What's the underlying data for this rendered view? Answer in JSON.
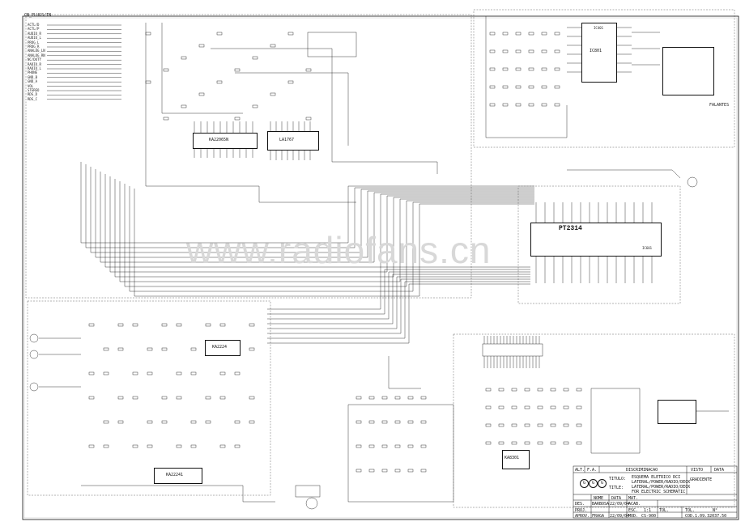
{
  "watermark": "www.radiofans.cn",
  "header_label": "CN_PLUGS/IN",
  "connector_pins": [
    "ACTL/D",
    "ACTL/P",
    "AUDIO_R",
    "AUDIO_L",
    "PROG_L",
    "PROG_R",
    "ANALOG_LN",
    "ANALOG_RN",
    "NC/DUTY",
    "RADIO_R",
    "RADIO_L",
    "PHONE",
    "GND_B",
    "GND_A",
    "VOL",
    "STEREO",
    "RDS_D",
    "RDS_C"
  ],
  "ics": {
    "radio_ic": "KA22065N",
    "radio_ic2": "LA1767",
    "amp_ic": "IC801",
    "processor_ic": "PT2314",
    "deck_ic": "KA2224",
    "deck_ic2": "KA22241",
    "motor_ic": "KA8301"
  },
  "labels": {
    "falantes": "FALANTES",
    "ref_a": "IC401",
    "ref_b": "IC601"
  },
  "title_block": {
    "company": "GRADIENTE",
    "alt": "ALT.",
    "fa": "F.A.",
    "discriminacao": "DISCRIMINACAO",
    "visto": "VISTO",
    "data": "DATA",
    "titulo": "TITULO:",
    "title_line1": "ESQUEMA ELETRICO RCI",
    "title_line2": "LATERAL/POWER/RADIO/DECK",
    "title_line3": "LATERAL/POWER/RADIO/DECK",
    "title_line4": "FOR ELECTRIC SCHEMATIC",
    "title_en": "TITLE:",
    "nome": "NOME",
    "data_col": "DATA",
    "mat": "MAT.",
    "acab": "ACAB.",
    "des": "DES.",
    "proj": "PROJ.",
    "aprov": "APROV.",
    "esc": "ESC.",
    "tol": "TOL.",
    "mod": "MOD.",
    "esc_val": "1:1",
    "tol_val": "TOL.",
    "no": "N°",
    "model": "CS-900",
    "code": "COD.1.09.32037.50",
    "date1": "22/09/04",
    "date2": "22/09/04",
    "name1": "BARBOSA",
    "name2": "FRAGA",
    "logo": "G"
  }
}
